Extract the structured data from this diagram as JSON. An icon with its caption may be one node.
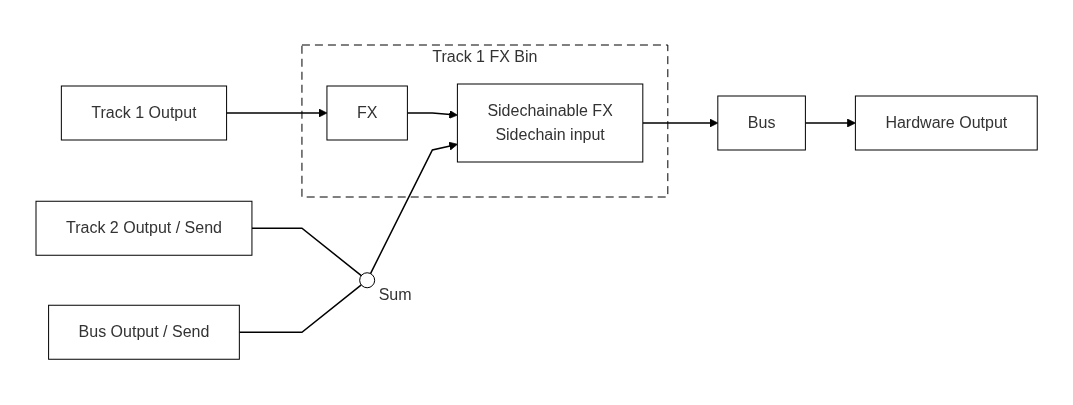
{
  "diagram": {
    "nodes": [
      {
        "text": [
          "Track 1 Output"
        ]
      },
      {
        "text": [
          "Track 1 FX Bin"
        ]
      },
      {
        "text": [
          "FX"
        ],
        "in": 1
      },
      {
        "text": [
          "Sidechainable FX",
          "Sidechain input"
        ],
        "in": 1
      },
      {
        "text": [
          "Bus"
        ]
      },
      {
        "text": [
          "Hardware Output"
        ]
      },
      {
        "text": [
          "Track 2 Output / Send"
        ]
      },
      {
        "text": [],
        "shape": "circle",
        "beside": [
          "Sum"
        ]
      },
      {
        "text": [
          "Bus Output / Send"
        ]
      }
    ],
    "edges": [
      {
        "from": 0,
        "to": 2,
        "arrow": "to"
      },
      {
        "from": 2,
        "to": 3,
        "arrow": "to"
      },
      {
        "from": 3,
        "to": 4,
        "arrow": "to"
      },
      {
        "from": 4,
        "to": 5,
        "arrow": "to"
      },
      {
        "from": 6,
        "to": 7,
        "arrow": "none"
      },
      {
        "from": 8,
        "to": 7,
        "arrow": "none"
      },
      {
        "from": 7,
        "to": 3,
        "arrow": "to"
      }
    ]
  }
}
